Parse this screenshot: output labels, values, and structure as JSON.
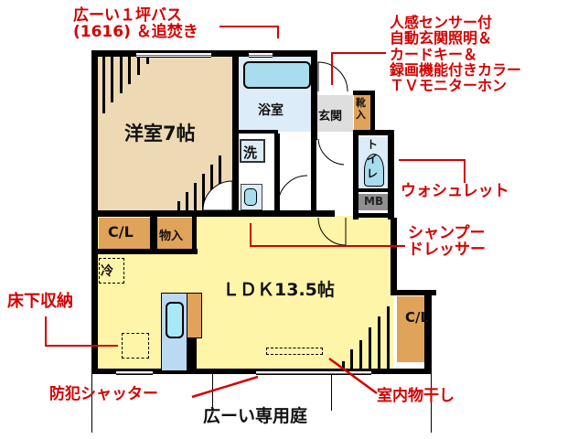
{
  "floorplan": {
    "rooms": {
      "western_room": "洋室7帖",
      "bathroom": "浴室",
      "washroom": "洗",
      "entrance": "玄関",
      "shoe_storage": "靴入",
      "toilet": "トイレ",
      "meter_box": "MB",
      "closet_left": "C/L",
      "storage": "物入",
      "fridge": "冷",
      "ldk": "ＬＤＫ13.5帖",
      "closet_right": "C/L",
      "garden": "広ーい専用庭"
    },
    "colors": {
      "western_room": "#eed9b5",
      "ldk": "#fff5a8",
      "wet_area": "#dcecf8",
      "closet": "#e0a35a",
      "entrance": "#dedede",
      "meter_box": "#8f8f8f",
      "annotation": "#d40000"
    }
  },
  "annotations": {
    "bath": [
      "広ーい１坪バス",
      "(1616) ＆追焚き"
    ],
    "entrance_features": [
      "人感センサー付",
      "自動玄関照明＆",
      "カードキー＆",
      "録画機能付きカラー",
      "ＴＶモニターホン"
    ],
    "washlet": "ウォシュレット",
    "shampoo_dresser": [
      "シャンプー",
      "ドレッサー"
    ],
    "underfloor_storage": "床下収納",
    "security_shutter": "防犯シャッター",
    "indoor_drying": "室内物干し"
  }
}
